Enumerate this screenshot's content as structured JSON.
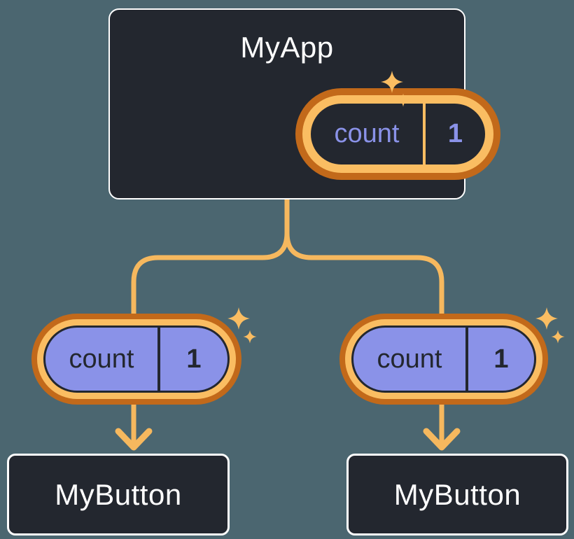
{
  "colors": {
    "background": "#4B6670",
    "node_fill": "#23272F",
    "node_border": "#FFFFFF",
    "node_text": "#FFFFFF",
    "ring_outer": "#C2691A",
    "ring_inner": "#FABD62",
    "prop_fill": "#8A92E8",
    "ink": "#23272F",
    "line": "#F6B85E",
    "state_text": "#8A92E8"
  },
  "nodes": {
    "root": {
      "label": "MyApp",
      "state": {
        "key": "count",
        "value": "1"
      }
    },
    "child_left": {
      "label": "MyButton",
      "prop": {
        "key": "count",
        "value": "1"
      }
    },
    "child_right": {
      "label": "MyButton",
      "prop": {
        "key": "count",
        "value": "1"
      }
    }
  }
}
